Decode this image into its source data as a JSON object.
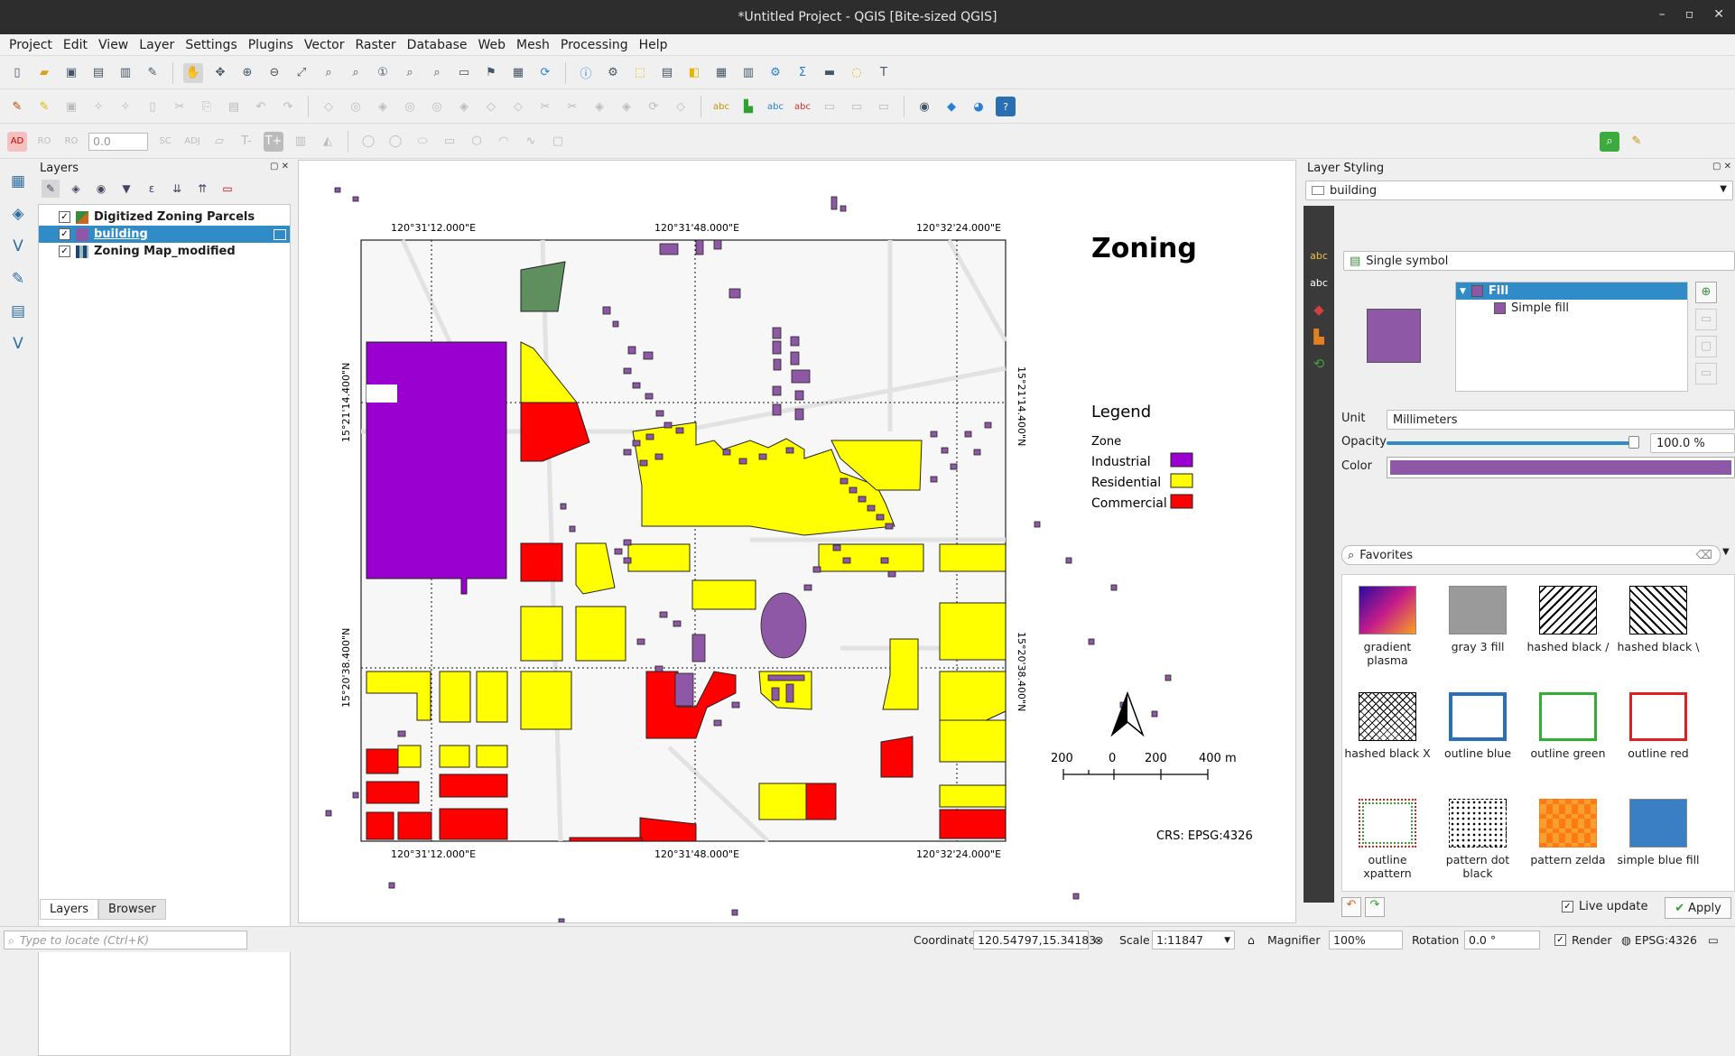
{
  "window": {
    "title": "*Untitled Project - QGIS [Bite-sized QGIS]",
    "min": "–",
    "max": "▫",
    "close": "✕"
  },
  "menu": [
    "Project",
    "Edit",
    "View",
    "Layer",
    "Settings",
    "Plugins",
    "Vector",
    "Raster",
    "Database",
    "Web",
    "Mesh",
    "Processing",
    "Help"
  ],
  "digitizing": {
    "angle_value": "0.0"
  },
  "layers_panel": {
    "title": "Layers",
    "items": [
      {
        "name": "Digitized Zoning Parcels",
        "checked": "✓"
      },
      {
        "name": "building",
        "checked": "✓"
      },
      {
        "name": "Zoning Map_modified",
        "checked": "✓"
      }
    ],
    "tabs": [
      "Layers",
      "Browser"
    ]
  },
  "map": {
    "title": "Zoning",
    "legend_title": "Legend",
    "legend_group": "Zone",
    "legend": [
      {
        "label": "Industrial",
        "color": "#9a00d0"
      },
      {
        "label": "Residential",
        "color": "#ffff00"
      },
      {
        "label": "Commercial",
        "color": "#ff0000"
      }
    ],
    "grid_top": [
      "120°31'12.000\"E",
      "120°31'48.000\"E",
      "120°32'24.000\"E"
    ],
    "grid_bottom": [
      "120°31'12.000\"E",
      "120°31'48.000\"E",
      "120°32'24.000\"E"
    ],
    "grid_left": [
      "15°21'14.400\"N",
      "15°20'38.400\"N"
    ],
    "grid_right": [
      "15°21'14.400\"N",
      "15°20'38.400\"N"
    ],
    "scale_labels": [
      "200",
      "0",
      "200",
      "400 m"
    ],
    "crs": "CRS: EPSG:4326",
    "north": "N"
  },
  "styling": {
    "title": "Layer Styling",
    "layer": "building",
    "renderer": "Single symbol",
    "fill_color": "#8e58a6",
    "tree": [
      "Fill",
      "Simple fill"
    ],
    "unit_label": "Unit",
    "unit": "Millimeters",
    "opacity_label": "Opacity",
    "opacity": "100.0 %",
    "opacity_fraction": 1.0,
    "color_label": "Color",
    "search": "Favorites",
    "favorites": [
      {
        "name": "gradient plasma"
      },
      {
        "name": "gray 3 fill"
      },
      {
        "name": "hashed black /"
      },
      {
        "name": "hashed black \\"
      },
      {
        "name": "hashed black X"
      },
      {
        "name": "outline blue"
      },
      {
        "name": "outline green"
      },
      {
        "name": "outline red"
      },
      {
        "name": "outline xpattern"
      },
      {
        "name": "pattern dot black"
      },
      {
        "name": "pattern zelda"
      },
      {
        "name": "simple blue fill"
      }
    ],
    "live_update": "Live update",
    "live_checked": "✓",
    "apply": "Apply"
  },
  "status": {
    "locate_placeholder": "Type to locate (Ctrl+K)",
    "coordinate_label": "Coordinate",
    "coordinate": "120.54797,15.34183",
    "scale_label": "Scale",
    "scale": "1:11847",
    "magnifier_label": "Magnifier",
    "magnifier": "100%",
    "rotation_label": "Rotation",
    "rotation": "0.0 °",
    "render_label": "Render",
    "render_checked": "✓",
    "crs": "EPSG:4326"
  }
}
